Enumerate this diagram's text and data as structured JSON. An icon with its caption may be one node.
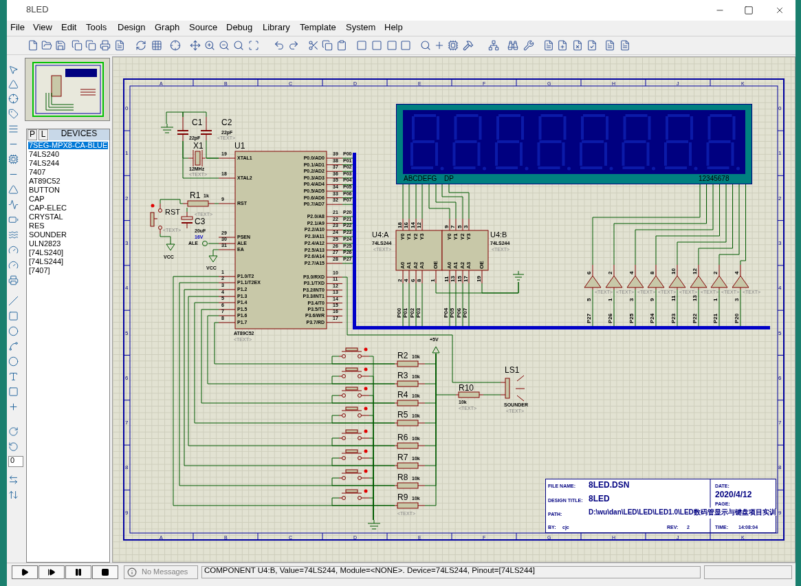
{
  "diagram": {
    "nodes": [
      {
        "text": [
          "C1",
          "22pF"
        ]
      },
      {
        "text": [
          "C2",
          "22pF",
          "<TEXT>"
        ]
      },
      {
        "text": [
          "X1",
          "12MHz",
          "<TEXT>"
        ]
      },
      {
        "text": [
          "U1",
          "XTAL1",
          "XTAL2",
          "RST",
          "PSEN",
          "ALE",
          "EA",
          "P1.0/T2",
          "P1.1/T2EX",
          "P1.2",
          "P1.3",
          "P1.4",
          "P1.5",
          "P1.6",
          "P1.7",
          "P0.0/AD0",
          "P0.1/AD1",
          "P0.2/AD2",
          "P0.3/AD3",
          "P0.4/AD4",
          "P0.5/AD5",
          "P0.6/AD6",
          "P0.7/AD7",
          "P2.0/A8",
          "P2.1/A9",
          "P2.2/A10",
          "P2.3/A11",
          "P2.4/A12",
          "P2.5/A13",
          "P2.6/A14",
          "P2.7/A15",
          "P3.0/RXD",
          "P3.1/TXD",
          "P3.2/INT0",
          "P3.3/INT1",
          "P3.4/T0",
          "P3.5/T1",
          "P3.6/WR",
          "P3.7/RD",
          "AT89C52",
          "<TEXT>"
        ]
      },
      {
        "text": [
          "R1",
          "1k"
        ]
      },
      {
        "text": [
          "RST",
          "<TEXT>"
        ]
      },
      {
        "text": [
          "<TEXT>",
          "C3",
          "20uF",
          "16V"
        ]
      },
      {
        "text": [
          "VCC"
        ]
      },
      {
        "text": [
          "ALE"
        ]
      },
      {
        "text": [
          "VCC"
        ]
      },
      {
        "text": [],
        "shape": "ground"
      },
      {
        "text": [
          "ABCDEFG",
          "DP",
          "12345678"
        ]
      },
      {
        "text": [
          "U4:A",
          "74LS244",
          "<TEXT>",
          "Y0",
          "Y1",
          "Y2",
          "Y3",
          "A0",
          "A1",
          "A2",
          "A3",
          "OE"
        ]
      },
      {
        "text": [
          "U4:B",
          "74LS244",
          "<TEXT>",
          "Y0",
          "Y1",
          "Y2",
          "Y3",
          "A0",
          "A1",
          "A2",
          "A3",
          "OE"
        ]
      },
      {
        "text": [],
        "shape": "triangle",
        "beside": [
          "<TEXT>"
        ]
      },
      {
        "text": [],
        "shape": "triangle",
        "beside": [
          "<TEXT>"
        ]
      },
      {
        "text": [],
        "shape": "triangle",
        "beside": [
          "<TEXT>"
        ]
      },
      {
        "text": [],
        "shape": "triangle",
        "beside": [
          "<TEXT>"
        ]
      },
      {
        "text": [],
        "shape": "triangle",
        "beside": [
          "<TEXT>"
        ]
      },
      {
        "text": [],
        "shape": "triangle",
        "beside": [
          "<TEXT>"
        ]
      },
      {
        "text": [],
        "shape": "triangle",
        "beside": [
          "<TEXT>"
        ]
      },
      {
        "text": [],
        "shape": "triangle",
        "beside": [
          "<TEXT>"
        ]
      },
      {
        "text": [],
        "shape": "ground"
      },
      {
        "text": [],
        "shape": "switch"
      },
      {
        "text": [],
        "shape": "switch"
      },
      {
        "text": [],
        "shape": "switch"
      },
      {
        "text": [],
        "shape": "switch"
      },
      {
        "text": [],
        "shape": "switch"
      },
      {
        "text": [],
        "shape": "switch"
      },
      {
        "text": [],
        "shape": "switch"
      },
      {
        "text": [],
        "shape": "switch"
      },
      {
        "text": [
          "R2",
          "10k"
        ]
      },
      {
        "text": [
          "R3",
          "10k"
        ]
      },
      {
        "text": [
          "R4",
          "10k"
        ]
      },
      {
        "text": [
          "R5",
          "10k"
        ]
      },
      {
        "text": [
          "R6",
          "10k"
        ]
      },
      {
        "text": [
          "R7",
          "10k"
        ]
      },
      {
        "text": [
          "R8",
          "10k"
        ]
      },
      {
        "text": [
          "R9",
          "10k",
          "<TEXT>"
        ]
      },
      {
        "text": [
          "+5V"
        ]
      },
      {
        "text": [
          "R10",
          "10k",
          "<TEXT>"
        ]
      },
      {
        "text": [
          "LS1",
          "SOUNDER",
          "<TEXT>"
        ]
      },
      {
        "text": [],
        "shape": "ground"
      },
      {
        "text": [
          "FILE NAME:",
          "8LED.DSN",
          "DESIGN TITLE:",
          "8LED",
          "PATH:",
          "D:\\wu\\dan\\LED\\LED\\LED1.0\\LED数码管显示与键盘项目实训",
          "BY:",
          "cjc",
          "REV:",
          "2",
          "DATE:",
          "2020/4/12",
          "PAGE:",
          "TIME:",
          "14:08:04"
        ]
      },
      {
        "text": [],
        "shape": "bar"
      },
      {
        "text": [],
        "shape": "bar"
      }
    ],
    "edges": [
      {
        "from": 10,
        "to": 0,
        "arrow": "none"
      },
      {
        "from": 0,
        "to": 1,
        "arrow": "none"
      },
      {
        "from": 0,
        "to": 2,
        "arrow": "none"
      },
      {
        "from": 1,
        "to": 3,
        "arrow": "none"
      },
      {
        "from": 2,
        "to": 3,
        "arrow": "none"
      },
      {
        "from": 0,
        "to": 3,
        "arrow": "none"
      },
      {
        "from": 4,
        "to": 3,
        "arrow": "none"
      },
      {
        "from": 5,
        "to": 4,
        "arrow": "none"
      },
      {
        "from": 6,
        "to": 4,
        "arrow": "none"
      },
      {
        "from": 5,
        "to": 7,
        "arrow": "none"
      },
      {
        "from": 8,
        "to": 3,
        "arrow": "none"
      },
      {
        "from": 9,
        "to": 3,
        "arrow": "none"
      },
      {
        "from": 3,
        "to": 44,
        "arrow": "none"
      },
      {
        "from": 3,
        "to": 44,
        "arrow": "none"
      },
      {
        "from": 3,
        "to": 44,
        "arrow": "none"
      },
      {
        "from": 3,
        "to": 44,
        "arrow": "none"
      },
      {
        "from": 3,
        "to": 44,
        "arrow": "none"
      },
      {
        "from": 3,
        "to": 44,
        "arrow": "none"
      },
      {
        "from": 3,
        "to": 44,
        "arrow": "none"
      },
      {
        "from": 3,
        "to": 44,
        "arrow": "none"
      },
      {
        "from": 3,
        "to": 44,
        "arrow": "none"
      },
      {
        "from": 3,
        "to": 44,
        "arrow": "none"
      },
      {
        "from": 3,
        "to": 44,
        "arrow": "none"
      },
      {
        "from": 3,
        "to": 44,
        "arrow": "none"
      },
      {
        "from": 3,
        "to": 44,
        "arrow": "none"
      },
      {
        "from": 3,
        "to": 44,
        "arrow": "none"
      },
      {
        "from": 3,
        "to": 44,
        "arrow": "none"
      },
      {
        "from": 3,
        "to": 44,
        "arrow": "none"
      },
      {
        "from": 11,
        "to": 12,
        "arrow": "none"
      },
      {
        "from": 11,
        "to": 12,
        "arrow": "none"
      },
      {
        "from": 11,
        "to": 12,
        "arrow": "none"
      },
      {
        "from": 11,
        "to": 12,
        "arrow": "none"
      },
      {
        "from": 11,
        "to": 13,
        "arrow": "none"
      },
      {
        "from": 11,
        "to": 13,
        "arrow": "none"
      },
      {
        "from": 11,
        "to": 13,
        "arrow": "none"
      },
      {
        "from": 11,
        "to": 13,
        "arrow": "none"
      },
      {
        "from": 11,
        "to": 14,
        "arrow": "none"
      },
      {
        "from": 11,
        "to": 15,
        "arrow": "none"
      },
      {
        "from": 11,
        "to": 16,
        "arrow": "none"
      },
      {
        "from": 11,
        "to": 17,
        "arrow": "none"
      },
      {
        "from": 11,
        "to": 18,
        "arrow": "none"
      },
      {
        "from": 11,
        "to": 19,
        "arrow": "none"
      },
      {
        "from": 11,
        "to": 20,
        "arrow": "none"
      },
      {
        "from": 11,
        "to": 21,
        "arrow": "none"
      },
      {
        "from": 45,
        "to": 12,
        "arrow": "none"
      },
      {
        "from": 45,
        "to": 12,
        "arrow": "none"
      },
      {
        "from": 45,
        "to": 12,
        "arrow": "none"
      },
      {
        "from": 45,
        "to": 12,
        "arrow": "none"
      },
      {
        "from": 45,
        "to": 13,
        "arrow": "none"
      },
      {
        "from": 45,
        "to": 13,
        "arrow": "none"
      },
      {
        "from": 45,
        "to": 13,
        "arrow": "none"
      },
      {
        "from": 45,
        "to": 13,
        "arrow": "none"
      },
      {
        "from": 45,
        "to": 14,
        "arrow": "none"
      },
      {
        "from": 45,
        "to": 15,
        "arrow": "none"
      },
      {
        "from": 45,
        "to": 16,
        "arrow": "none"
      },
      {
        "from": 45,
        "to": 17,
        "arrow": "none"
      },
      {
        "from": 45,
        "to": 18,
        "arrow": "none"
      },
      {
        "from": 45,
        "to": 19,
        "arrow": "none"
      },
      {
        "from": 45,
        "to": 20,
        "arrow": "none"
      },
      {
        "from": 45,
        "to": 21,
        "arrow": "none"
      },
      {
        "from": 12,
        "to": 22,
        "arrow": "none"
      },
      {
        "from": 13,
        "to": 22,
        "arrow": "none"
      },
      {
        "from": 3,
        "to": 38,
        "arrow": "none"
      },
      {
        "from": 3,
        "to": 37,
        "arrow": "none"
      },
      {
        "from": 3,
        "to": 36,
        "arrow": "none"
      },
      {
        "from": 3,
        "to": 35,
        "arrow": "none"
      },
      {
        "from": 3,
        "to": 34,
        "arrow": "none"
      },
      {
        "from": 3,
        "to": 33,
        "arrow": "none"
      },
      {
        "from": 3,
        "to": 32,
        "arrow": "none"
      },
      {
        "from": 3,
        "to": 31,
        "arrow": "none"
      },
      {
        "from": 23,
        "to": 31,
        "arrow": "none"
      },
      {
        "from": 24,
        "to": 32,
        "arrow": "none"
      },
      {
        "from": 25,
        "to": 33,
        "arrow": "none"
      },
      {
        "from": 26,
        "to": 34,
        "arrow": "none"
      },
      {
        "from": 27,
        "to": 35,
        "arrow": "none"
      },
      {
        "from": 28,
        "to": 36,
        "arrow": "none"
      },
      {
        "from": 29,
        "to": 37,
        "arrow": "none"
      },
      {
        "from": 30,
        "to": 38,
        "arrow": "none"
      },
      {
        "from": 23,
        "to": 42,
        "arrow": "none"
      },
      {
        "from": 24,
        "to": 42,
        "arrow": "none"
      },
      {
        "from": 25,
        "to": 42,
        "arrow": "none"
      },
      {
        "from": 26,
        "to": 42,
        "arrow": "none"
      },
      {
        "from": 27,
        "to": 42,
        "arrow": "none"
      },
      {
        "from": 28,
        "to": 42,
        "arrow": "none"
      },
      {
        "from": 29,
        "to": 42,
        "arrow": "none"
      },
      {
        "from": 30,
        "to": 42,
        "arrow": "none"
      },
      {
        "from": 31,
        "to": 39,
        "arrow": "none"
      },
      {
        "from": 32,
        "to": 39,
        "arrow": "none"
      },
      {
        "from": 33,
        "to": 39,
        "arrow": "none"
      },
      {
        "from": 34,
        "to": 39,
        "arrow": "none"
      },
      {
        "from": 35,
        "to": 39,
        "arrow": "none"
      },
      {
        "from": 36,
        "to": 39,
        "arrow": "none"
      },
      {
        "from": 37,
        "to": 39,
        "arrow": "none"
      },
      {
        "from": 38,
        "to": 39,
        "arrow": "none"
      },
      {
        "from": 39,
        "to": 40,
        "arrow": "none"
      },
      {
        "from": 40,
        "to": 41,
        "arrow": "none"
      },
      {
        "from": 3,
        "to": 41,
        "arrow": "none"
      }
    ],
    "labels": [
      "8LED",
      "File",
      "View",
      "Edit",
      "Tools",
      "Design",
      "Graph",
      "Source",
      "Debug",
      "Library",
      "Template",
      "System",
      "Help",
      "P",
      "L",
      "DEVICES",
      "7SEG-MPX8-CA-BLUE",
      "74LS240",
      "74LS244",
      "7407",
      "AT89C52",
      "BUTTON",
      "CAP",
      "CAP-ELEC",
      "CRYSTAL",
      "RES",
      "SOUNDER",
      "ULN2823",
      "[74LS240]",
      "[74LS244]",
      "[7407]",
      "0",
      "No Messages",
      "COMPONENT U4:B, Value=74LS244, Module=<NONE>. Device=74LS244, Pinout=[74LS244]",
      "A",
      "B",
      "C",
      "D",
      "E",
      "F",
      "G",
      "H",
      "J",
      "K",
      "A",
      "B",
      "C",
      "D",
      "E",
      "F",
      "G",
      "H",
      "J",
      "K",
      "0",
      "1",
      "2",
      "3",
      "4",
      "5",
      "6",
      "7",
      "8",
      "9",
      "0",
      "1",
      "2",
      "3",
      "4",
      "5",
      "6",
      "7",
      "8",
      "9",
      "19",
      "18",
      "9",
      "29",
      "30",
      "31",
      "1",
      "2",
      "3",
      "4",
      "5",
      "6",
      "7",
      "8",
      "39",
      "38",
      "37",
      "36",
      "35",
      "34",
      "33",
      "32",
      "21",
      "22",
      "23",
      "24",
      "25",
      "26",
      "27",
      "28",
      "10",
      "11",
      "12",
      "13",
      "14",
      "15",
      "16",
      "17",
      "P00",
      "P01",
      "P02",
      "P03",
      "P04",
      "P05",
      "P06",
      "P07",
      "P20",
      "P21",
      "P22",
      "P23",
      "P24",
      "P25",
      "P26",
      "P27",
      "18",
      "16",
      "14",
      "12",
      "2",
      "4",
      "6",
      "8",
      "1",
      "9",
      "7",
      "5",
      "3",
      "11",
      "13",
      "15",
      "17",
      "19",
      "P00",
      "P01",
      "P02",
      "P03",
      "P04",
      "P05",
      "P06",
      "P07",
      "6",
      "2",
      "4",
      "8",
      "10",
      "12",
      "2",
      "4",
      "5",
      "1",
      "3",
      "9",
      "11",
      "13",
      "1",
      "3",
      "P27",
      "P26",
      "P25",
      "P24",
      "P23",
      "P22",
      "P21",
      "P20"
    ]
  }
}
